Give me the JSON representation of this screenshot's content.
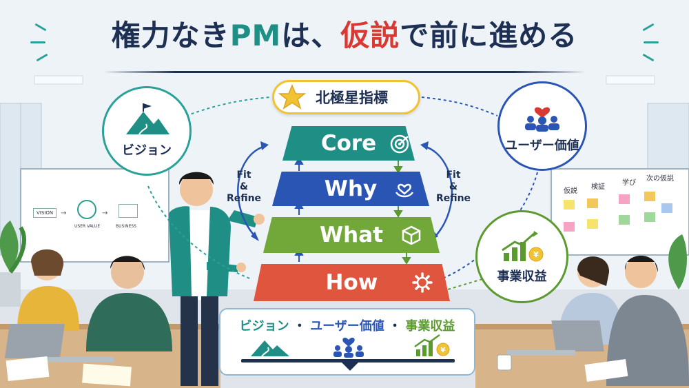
{
  "title": {
    "part1": "権力なき",
    "part2": "PM",
    "part3": "は、",
    "part4": "仮説",
    "part5": "で前に進める"
  },
  "north_star": {
    "label": "北極星指標",
    "icon": "star-icon"
  },
  "circles": {
    "vision": {
      "label": "ビジョン",
      "icon": "mountain-flag-icon"
    },
    "user_value": {
      "label": "ユーザー価値",
      "icon": "users-heart-icon"
    },
    "business_revenue": {
      "label": "事業収益",
      "icon": "growth-chart-yen-icon"
    }
  },
  "pyramid": [
    {
      "label": "Core",
      "icon": "target-icon",
      "color": "#1f8f86"
    },
    {
      "label": "Why",
      "icon": "heart-hands-icon",
      "color": "#2a55b5"
    },
    {
      "label": "What",
      "icon": "cube-icon",
      "color": "#72a83a"
    },
    {
      "label": "How",
      "icon": "gear-icon",
      "color": "#e0553d"
    }
  ],
  "fit_refine": {
    "left_line1": "Fit",
    "left_line2": "&",
    "left_line3": "Refine",
    "right_line1": "Fit",
    "right_line2": "&",
    "right_line3": "Refine"
  },
  "bottom_box": {
    "item1": "ビジョン",
    "sep1": "・",
    "item2": "ユーザー価値",
    "sep2": "・",
    "item3": "事業収益"
  },
  "left_whiteboard": {
    "vision": "VISION",
    "user_value": "USER VALUE",
    "business": "BUSINESS"
  },
  "right_whiteboard": {
    "col1": "仮説",
    "col2": "検証",
    "col3": "学び",
    "col4": "次の仮説"
  },
  "colors": {
    "navy": "#1d2f52",
    "teal": "#1f8f86",
    "red": "#d83a33",
    "blue": "#2a55b5",
    "green": "#72a83a",
    "orange": "#e0553d",
    "gold": "#f1c232"
  }
}
